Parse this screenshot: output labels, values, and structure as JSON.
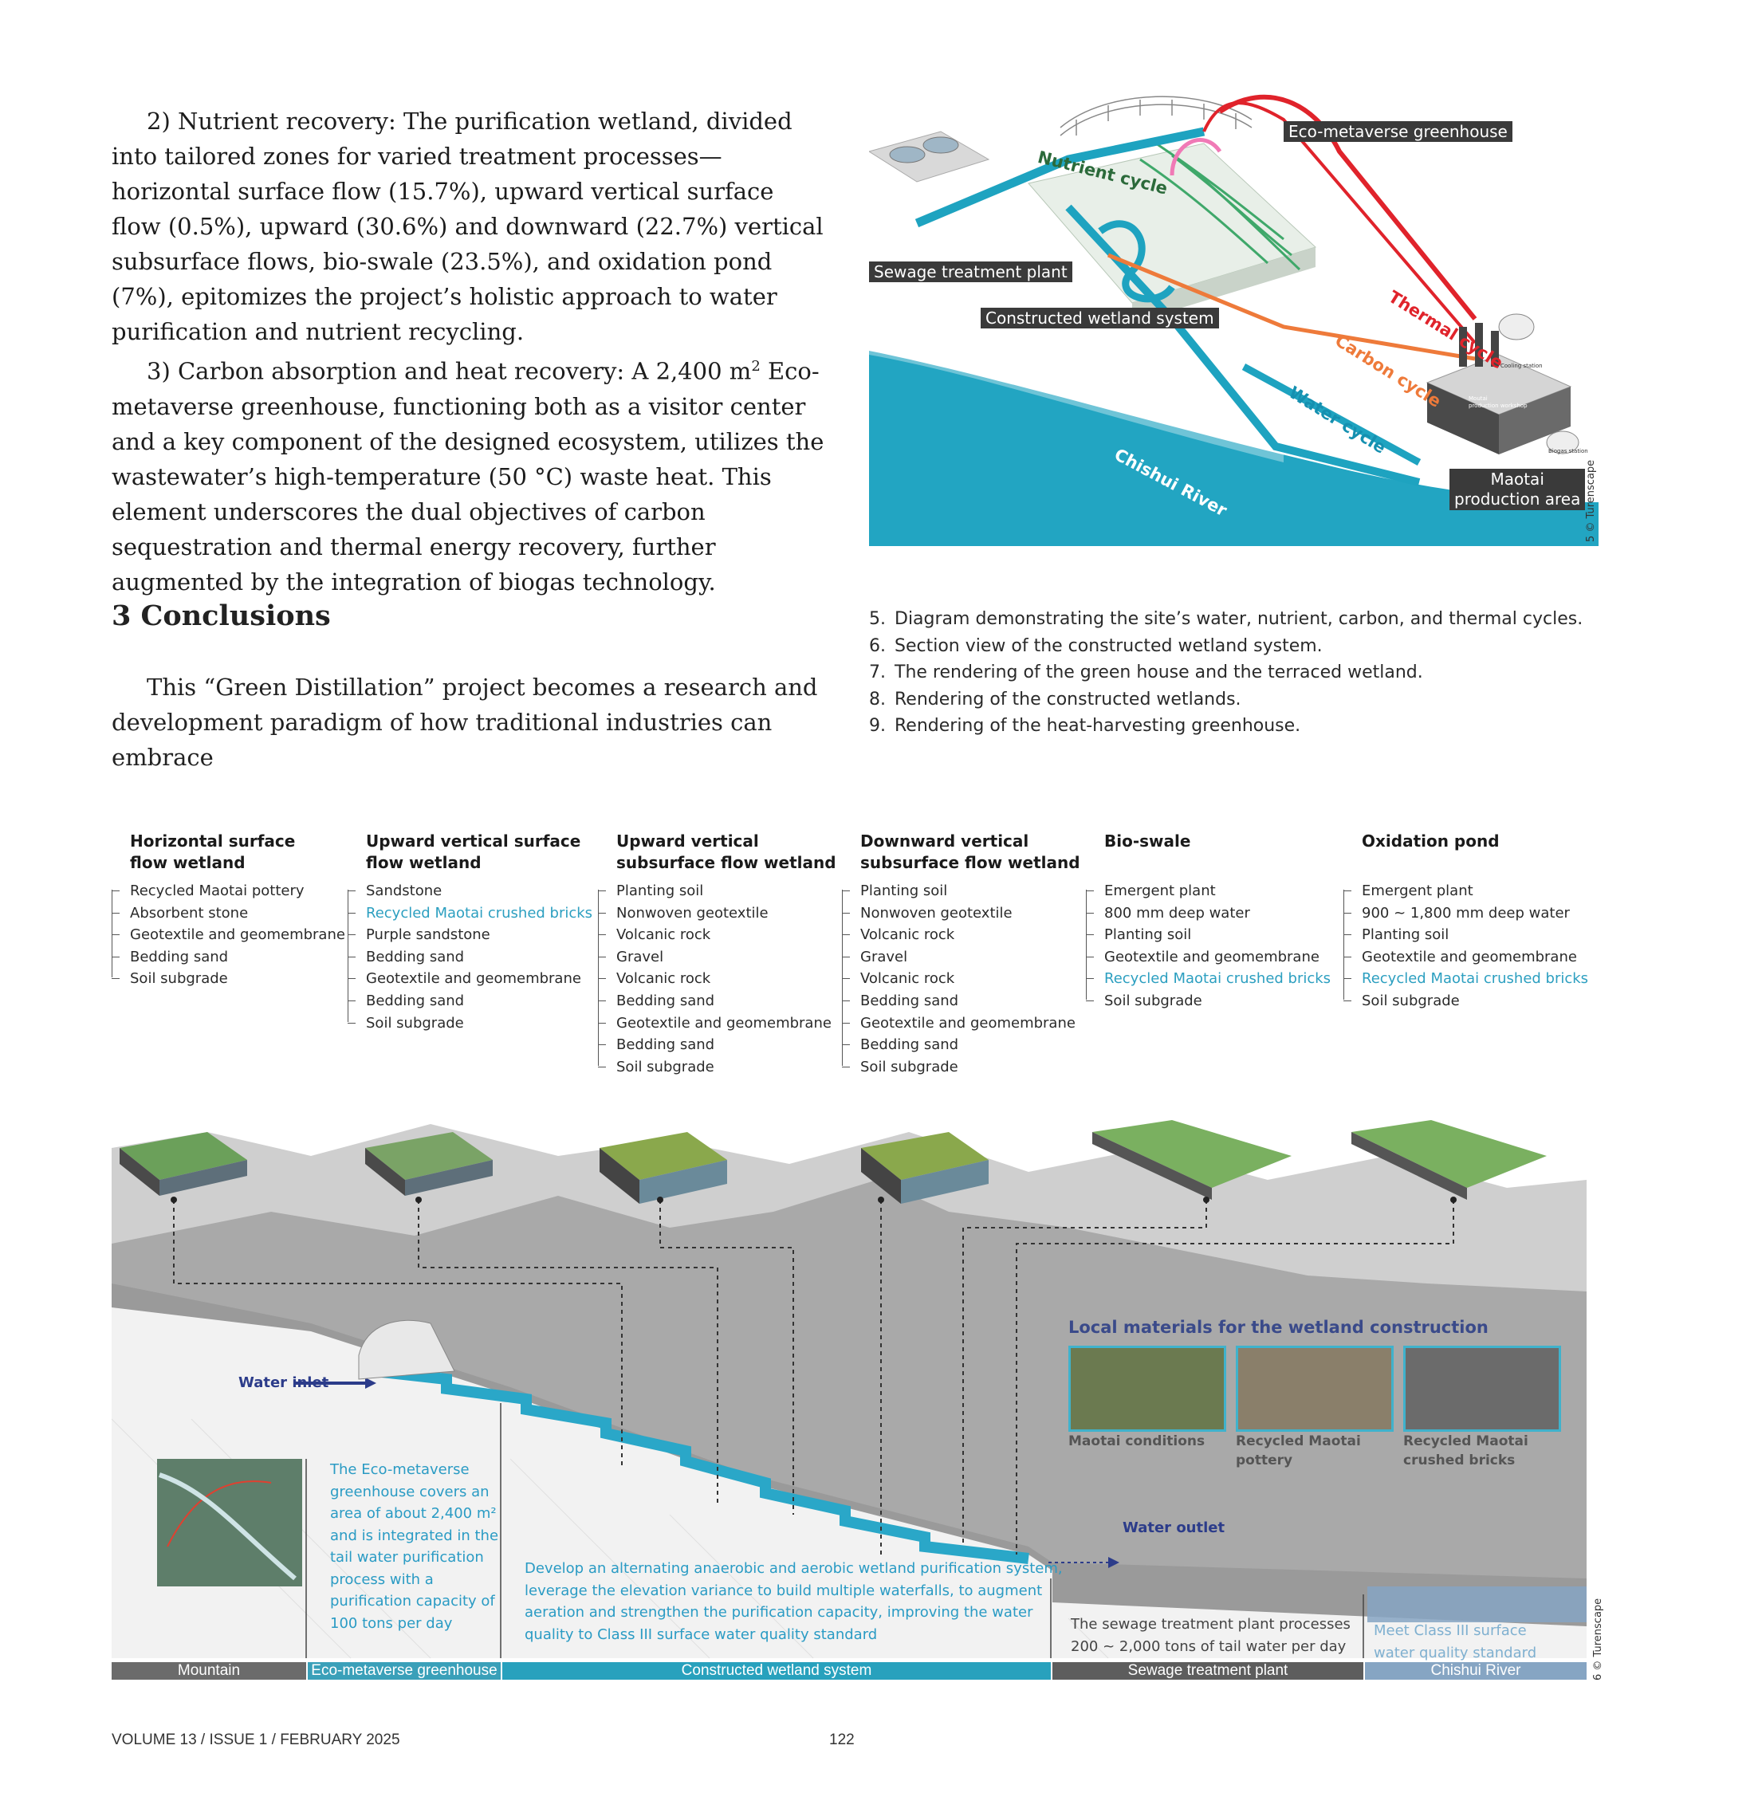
{
  "body": {
    "para_nutrient": "2) Nutrient recovery: The purification wetland, divided into tailored zones for varied treatment processes—horizontal surface flow (15.7%), upward vertical surface flow (0.5%), upward (30.6%) and downward (22.7%) vertical subsurface flows, bio-swale (23.5%), and oxidation pond (7%), epitomizes the project’s holistic approach to water purification and nutrient recycling.",
    "para_carbon_a": "3) Carbon absorption and heat recovery: A 2,400 m",
    "para_carbon_sup": "2",
    "para_carbon_b": " Eco-metaverse greenhouse, functioning both as a visitor center and a key component of the designed ecosystem, utilizes the wastewater’s high-temperature (50 °C) waste heat. This element underscores the dual objectives of carbon sequestration and thermal energy recovery, further augmented by the integration of biogas technology.",
    "conclusions_heading": "3 Conclusions",
    "conclusions_para": "This “Green Distillation” project becomes a research and development paradigm of how traditional industries can embrace"
  },
  "fig5": {
    "labels": {
      "greenhouse": "Eco-metaverse greenhouse",
      "sewage": "Sewage treatment plant",
      "wetland": "Constructed wetland system",
      "maotai_1": "Maotai",
      "maotai_2": "production area"
    },
    "cycles": {
      "nutrient": "Nutrient cycle",
      "thermal": "Thermal cycle",
      "carbon": "Carbon cycle",
      "water": "Water cycle"
    },
    "river": "Chishui River",
    "small_labels": {
      "cooling": "Cooling station",
      "workshop_1": "Moutai",
      "workshop_2": "production workshop",
      "biogas": "Biogas station"
    },
    "copyright": "5 © Turenscape",
    "colors": {
      "water": "#1ea3c0",
      "thermal": "#e0232b",
      "carbon": "#ee7a3a",
      "nutrient": "#f07ab6",
      "river": "#22a5c2"
    }
  },
  "captions": [
    {
      "num": "5.",
      "text": "Diagram demonstrating the site’s water, nutrient, carbon, and thermal cycles."
    },
    {
      "num": "6.",
      "text": "Section view of the constructed wetland system."
    },
    {
      "num": "7.",
      "text": "The rendering of the green house and the terraced wetland."
    },
    {
      "num": "8.",
      "text": "Rendering of the constructed wetlands."
    },
    {
      "num": "9.",
      "text": "Rendering of the heat-harvesting greenhouse."
    }
  ],
  "layers": [
    {
      "title1": "Horizontal surface",
      "title2": "flow wetland",
      "items": [
        {
          "text": "Recycled Maotai pottery",
          "hl": false
        },
        {
          "text": "Absorbent stone",
          "hl": false
        },
        {
          "text": "Geotextile and geomembrane",
          "hl": false
        },
        {
          "text": "Bedding sand",
          "hl": false
        },
        {
          "text": "Soil subgrade",
          "hl": false
        }
      ]
    },
    {
      "title1": "Upward vertical surface",
      "title2": "flow wetland",
      "items": [
        {
          "text": "Sandstone",
          "hl": false
        },
        {
          "text": "Recycled Maotai crushed bricks",
          "hl": true
        },
        {
          "text": "Purple sandstone",
          "hl": false
        },
        {
          "text": "Bedding sand",
          "hl": false
        },
        {
          "text": "Geotextile and geomembrane",
          "hl": false
        },
        {
          "text": "Bedding sand",
          "hl": false
        },
        {
          "text": "Soil subgrade",
          "hl": false
        }
      ]
    },
    {
      "title1": "Upward vertical",
      "title2": "subsurface flow wetland",
      "items": [
        {
          "text": "Planting soil",
          "hl": false
        },
        {
          "text": "Nonwoven geotextile",
          "hl": false
        },
        {
          "text": "Volcanic rock",
          "hl": false
        },
        {
          "text": "Gravel",
          "hl": false
        },
        {
          "text": "Volcanic rock",
          "hl": false
        },
        {
          "text": "Bedding sand",
          "hl": false
        },
        {
          "text": "Geotextile and geomembrane",
          "hl": false
        },
        {
          "text": "Bedding sand",
          "hl": false
        },
        {
          "text": "Soil subgrade",
          "hl": false
        }
      ]
    },
    {
      "title1": "Downward vertical",
      "title2": "subsurface flow wetland",
      "items": [
        {
          "text": "Planting soil",
          "hl": false
        },
        {
          "text": "Nonwoven geotextile",
          "hl": false
        },
        {
          "text": "Volcanic rock",
          "hl": false
        },
        {
          "text": "Gravel",
          "hl": false
        },
        {
          "text": "Volcanic rock",
          "hl": false
        },
        {
          "text": "Bedding sand",
          "hl": false
        },
        {
          "text": "Geotextile and geomembrane",
          "hl": false
        },
        {
          "text": "Bedding sand",
          "hl": false
        },
        {
          "text": "Soil subgrade",
          "hl": false
        }
      ]
    },
    {
      "title1": "Bio-swale",
      "title2": "",
      "items": [
        {
          "text": "Emergent plant",
          "hl": false
        },
        {
          "text": "800 mm deep water",
          "hl": false
        },
        {
          "text": "Planting soil",
          "hl": false
        },
        {
          "text": "Geotextile and geomembrane",
          "hl": false
        },
        {
          "text": "Recycled Maotai crushed bricks",
          "hl": true
        },
        {
          "text": "Soil subgrade",
          "hl": false
        }
      ]
    },
    {
      "title1": "Oxidation pond",
      "title2": "",
      "items": [
        {
          "text": "Emergent plant",
          "hl": false
        },
        {
          "text": "900 ~ 1,800 mm deep water",
          "hl": false
        },
        {
          "text": "Planting soil",
          "hl": false
        },
        {
          "text": "Geotextile and geomembrane",
          "hl": false
        },
        {
          "text": "Recycled Maotai crushed bricks",
          "hl": true
        },
        {
          "text": "Soil subgrade",
          "hl": false
        }
      ]
    }
  ],
  "section": {
    "water_inlet": "Water inlet",
    "water_outlet": "Water outlet",
    "local_materials": "Local materials for the wetland construction",
    "photos": {
      "p1": "Maotai conditions",
      "p2_a": "Recycled Maotai",
      "p2_b": "pottery",
      "p3_a": "Recycled Maotai",
      "p3_b": "crushed bricks"
    },
    "greenhouse_note": [
      "The Eco-metaverse",
      "greenhouse covers an",
      "area of about 2,400 m²",
      "and is integrated in the",
      "tail water purification",
      "process with a",
      "purification capacity of",
      "100 tons per day"
    ],
    "wetland_note": [
      "Develop an alternating anaerobic and aerobic wetland purification system,",
      "leverage the elevation variance to build multiple waterfalls, to augment",
      "aeration and strengthen the purification capacity, improving the water",
      "quality to Class III surface water quality standard"
    ],
    "sewage_note": [
      "The sewage treatment plant processes",
      "200 ~ 2,000 tons of tail water per day"
    ],
    "river_note": [
      "Meet Class III surface",
      "water quality standard"
    ],
    "bands": {
      "mountain": "Mountain",
      "greenhouse": "Eco-metaverse greenhouse",
      "wetland": "Constructed wetland system",
      "sewage": "Sewage treatment plant",
      "river": "Chishui River"
    },
    "copyright": "6 © Turenscape",
    "colors": {
      "mountain": "#6b6b6b",
      "greenhouse": "#3aa0b9",
      "wetland": "#28a1bd",
      "sewage": "#5d5d5d",
      "river": "#86a5c3"
    }
  },
  "footer": {
    "issue": "VOLUME 13 / ISSUE 1 / FEBRUARY 2025",
    "page": "122"
  }
}
